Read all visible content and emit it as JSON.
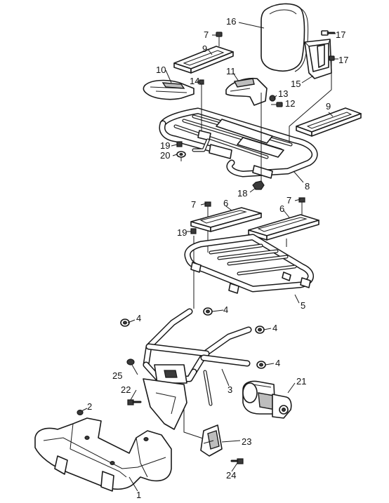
{
  "callouts": {
    "c1": "1",
    "c2": "2",
    "c3": "3",
    "c4a": "4",
    "c4b": "4",
    "c4c": "4",
    "c4d": "4",
    "c5": "5",
    "c6a": "6",
    "c6b": "6",
    "c7a": "7",
    "c7b": "7",
    "c7c": "7",
    "c8": "8",
    "c9a": "9",
    "c9b": "9",
    "c10": "10",
    "c11": "11",
    "c12": "12",
    "c13": "13",
    "c14": "14",
    "c15": "15",
    "c16": "16",
    "c17a": "17",
    "c17b": "17",
    "c18": "18",
    "c19a": "19",
    "c19b": "19",
    "c20": "20",
    "c21": "21",
    "c22": "22",
    "c23": "23",
    "c24": "24",
    "c25": "25"
  }
}
